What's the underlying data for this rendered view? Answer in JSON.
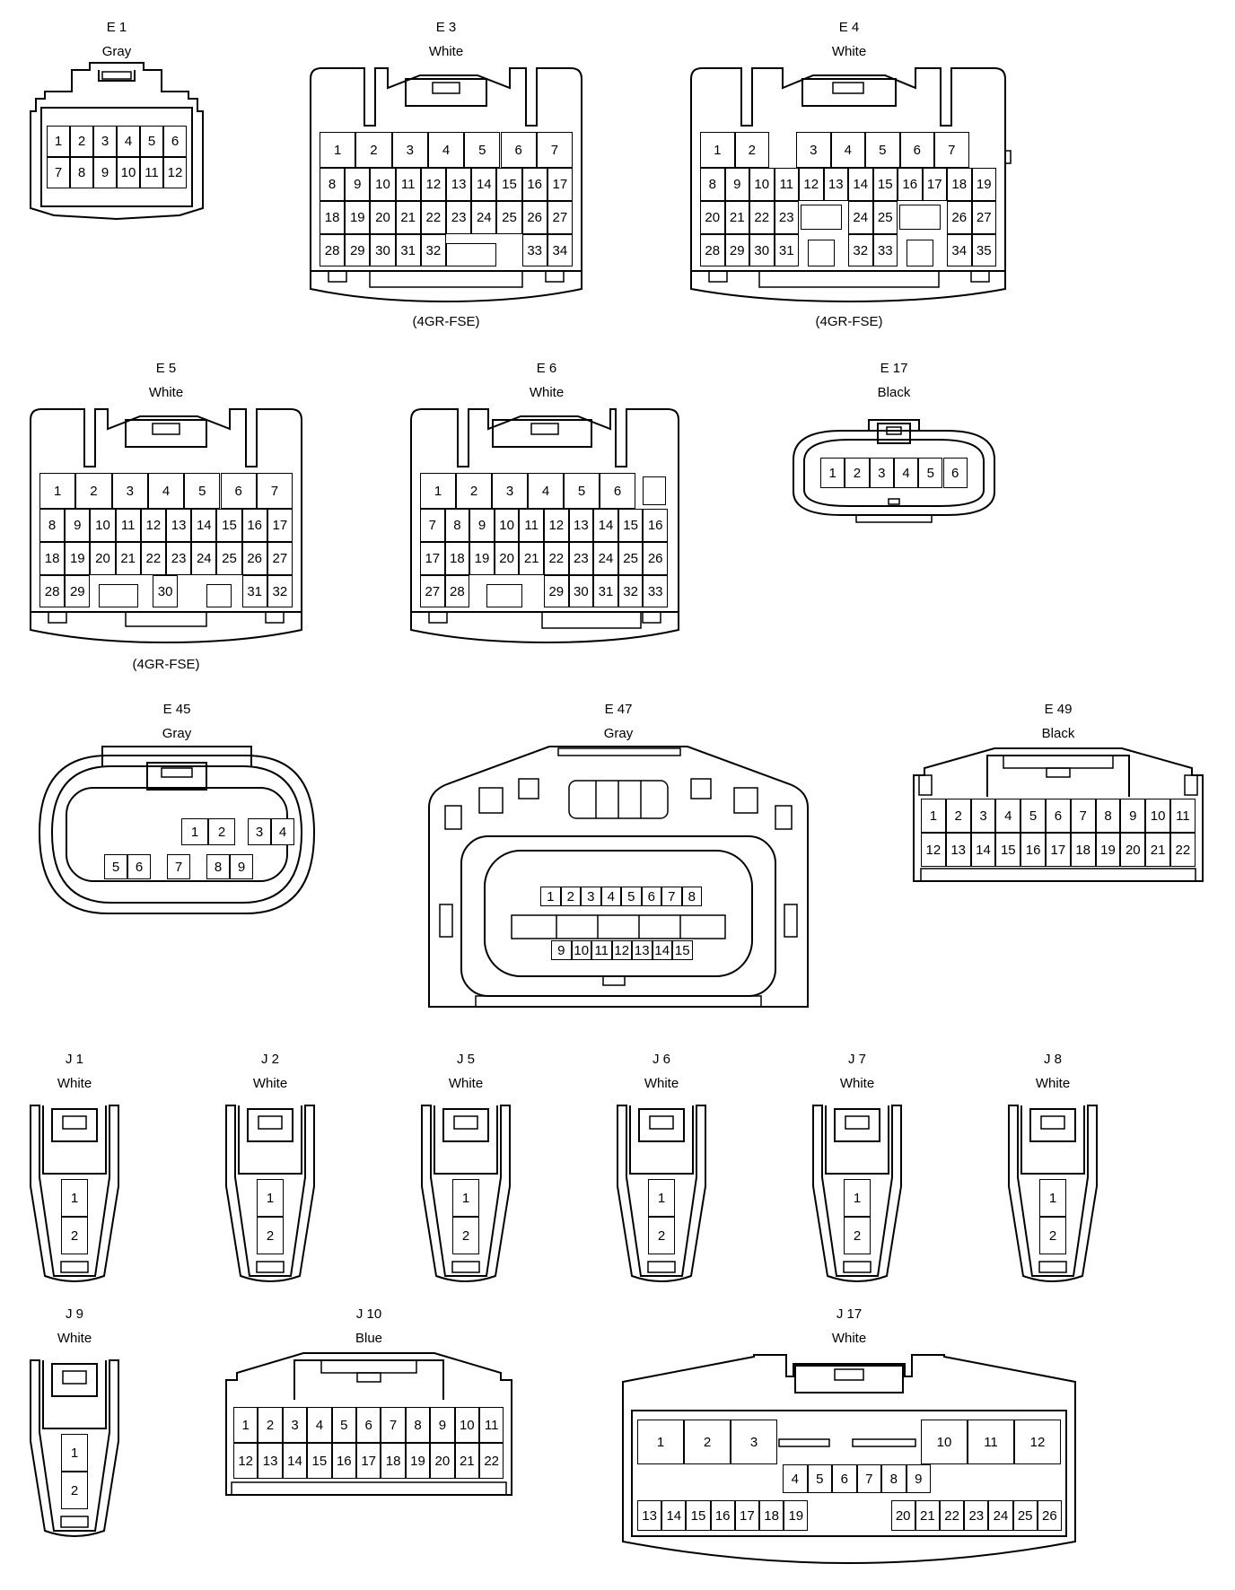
{
  "connectors": {
    "E1": {
      "id": "E 1",
      "color": "Gray"
    },
    "E3": {
      "id": "E 3",
      "color": "White",
      "note": "(4GR-FSE)"
    },
    "E4": {
      "id": "E 4",
      "color": "White",
      "note": "(4GR-FSE)"
    },
    "E5": {
      "id": "E 5",
      "color": "White",
      "note": "(4GR-FSE)"
    },
    "E6": {
      "id": "E 6",
      "color": "White"
    },
    "E17": {
      "id": "E 17",
      "color": "Black"
    },
    "E45": {
      "id": "E 45",
      "color": "Gray"
    },
    "E47": {
      "id": "E 47",
      "color": "Gray"
    },
    "E49": {
      "id": "E 49",
      "color": "Black"
    },
    "J1": {
      "id": "J 1",
      "color": "White"
    },
    "J2": {
      "id": "J 2",
      "color": "White"
    },
    "J5": {
      "id": "J 5",
      "color": "White"
    },
    "J6": {
      "id": "J 6",
      "color": "White"
    },
    "J7": {
      "id": "J 7",
      "color": "White"
    },
    "J8": {
      "id": "J 8",
      "color": "White"
    },
    "J9": {
      "id": "J 9",
      "color": "White"
    },
    "J10": {
      "id": "J 10",
      "color": "Blue"
    },
    "J17": {
      "id": "J 17",
      "color": "White"
    }
  },
  "pins": {
    "E1": [
      [
        "1",
        "2",
        "3",
        "4",
        "5",
        "6"
      ],
      [
        "7",
        "8",
        "9",
        "10",
        "11",
        "12"
      ]
    ],
    "E3": [
      [
        "1",
        "2",
        "3",
        "4",
        "5",
        "6",
        "7"
      ],
      [
        "8",
        "9",
        "10",
        "11",
        "12",
        "13",
        "14",
        "15",
        "16",
        "17"
      ],
      [
        "18",
        "19",
        "20",
        "21",
        "22",
        "23",
        "24",
        "25",
        "26",
        "27"
      ],
      [
        "28",
        "29",
        "30",
        "31",
        "32",
        "",
        "",
        "",
        "33",
        "34"
      ]
    ],
    "E4": [
      [
        "1",
        "2",
        "",
        "3",
        "4",
        "5",
        "6",
        "7"
      ],
      [
        "8",
        "9",
        "10",
        "11",
        "12",
        "13",
        "14",
        "15",
        "16",
        "17",
        "18",
        "19"
      ],
      [
        "20",
        "21",
        "22",
        "23",
        "",
        "24",
        "25",
        "",
        "26",
        "27"
      ],
      [
        "28",
        "29",
        "30",
        "31",
        "",
        "32",
        "33",
        "",
        "34",
        "35"
      ]
    ],
    "E5": [
      [
        "1",
        "2",
        "3",
        "4",
        "5",
        "6",
        "7"
      ],
      [
        "8",
        "9",
        "10",
        "11",
        "12",
        "13",
        "14",
        "15",
        "16",
        "17"
      ],
      [
        "18",
        "19",
        "20",
        "21",
        "22",
        "23",
        "24",
        "25",
        "26",
        "27"
      ],
      [
        "28",
        "29",
        "",
        "",
        "30",
        "",
        "",
        "31",
        "32"
      ]
    ],
    "E6": [
      [
        "1",
        "2",
        "3",
        "4",
        "5",
        "6"
      ],
      [
        "7",
        "8",
        "9",
        "10",
        "11",
        "12",
        "13",
        "14",
        "15",
        "16"
      ],
      [
        "17",
        "18",
        "19",
        "20",
        "21",
        "22",
        "23",
        "24",
        "25",
        "26"
      ],
      [
        "27",
        "28",
        "",
        "",
        "29",
        "30",
        "31",
        "32",
        "33"
      ]
    ],
    "E17": [
      [
        "1",
        "2",
        "3",
        "4",
        "5",
        "6"
      ]
    ],
    "E45": [
      [
        "1",
        "2",
        "3",
        "4"
      ],
      [
        "5",
        "6",
        "7",
        "8",
        "9"
      ]
    ],
    "E47": [
      [
        "1",
        "2",
        "3",
        "4",
        "5",
        "6",
        "7",
        "8"
      ],
      [
        "9",
        "10",
        "11",
        "12",
        "13",
        "14",
        "15"
      ]
    ],
    "E49": [
      [
        "1",
        "2",
        "3",
        "4",
        "5",
        "6",
        "7",
        "8",
        "9",
        "10",
        "11"
      ],
      [
        "12",
        "13",
        "14",
        "15",
        "16",
        "17",
        "18",
        "19",
        "20",
        "21",
        "22"
      ]
    ],
    "J": [
      [
        "1"
      ],
      [
        "2"
      ]
    ],
    "J10": [
      [
        "1",
        "2",
        "3",
        "4",
        "5",
        "6",
        "7",
        "8",
        "9",
        "10",
        "11"
      ],
      [
        "12",
        "13",
        "14",
        "15",
        "16",
        "17",
        "18",
        "19",
        "20",
        "21",
        "22"
      ]
    ],
    "J17": [
      [
        "1",
        "2",
        "3",
        "10",
        "11",
        "12"
      ],
      [
        "4",
        "5",
        "6",
        "7",
        "8",
        "9"
      ],
      [
        "13",
        "14",
        "15",
        "16",
        "17",
        "18",
        "19",
        "20",
        "21",
        "22",
        "23",
        "24",
        "25",
        "26"
      ]
    ]
  }
}
